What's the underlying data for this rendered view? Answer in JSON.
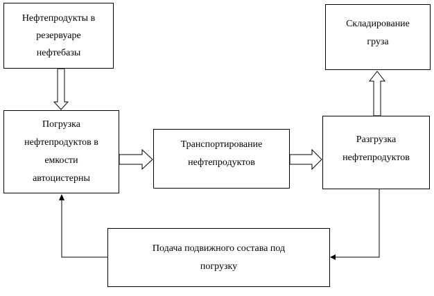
{
  "nodes": {
    "storage": {
      "lines": [
        "Нефтепродукты в",
        "резервуаре",
        "нефтебазы"
      ]
    },
    "loading": {
      "lines": [
        "Погрузка",
        "нефтепродуктов в",
        "емкости",
        "автоцистерны"
      ]
    },
    "transport": {
      "lines": [
        "Транспортирование",
        "нефтепродуктов"
      ]
    },
    "unloading": {
      "lines": [
        "Разгрузка",
        "нефтепродуктов"
      ]
    },
    "warehousing": {
      "lines": [
        "Складирование",
        "груза"
      ]
    },
    "supply": {
      "lines": [
        "Подача подвижного состава под",
        "погрузку"
      ]
    }
  }
}
